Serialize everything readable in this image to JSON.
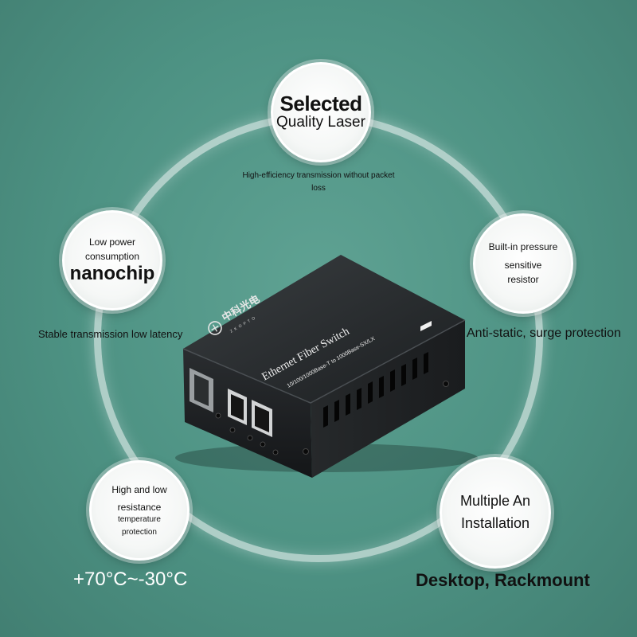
{
  "features": {
    "top": {
      "line1": "Selected",
      "line2": "Quality Laser",
      "caption": "High-efficiency transmission without packet loss"
    },
    "left": {
      "line1": "Low power",
      "line2": "consumption",
      "line3": "nanochip",
      "caption": "Stable transmission low latency"
    },
    "right": {
      "line1": "Built-in pressure",
      "line2": "sensitive",
      "line3": "resistor",
      "caption": "Anti-static, surge protection"
    },
    "bottom_left": {
      "line1": "High and low",
      "line2": "resistance",
      "line3": "temperature",
      "line4": "protection",
      "caption": "+70°C~-30°C"
    },
    "bottom_right": {
      "line1": "Multiple An",
      "line2": "Installation",
      "caption": "Desktop, Rackmount"
    }
  },
  "device": {
    "brand_cn": "中科光电",
    "brand_en": "ZKOPTO",
    "title": "Ethernet Fiber Switch",
    "subtitle": "10/100/1000Base-T to 1000Base-SX/LX"
  },
  "colors": {
    "background": "#4d9283",
    "device_body": "#1f2224",
    "bubble": "#ffffff"
  }
}
